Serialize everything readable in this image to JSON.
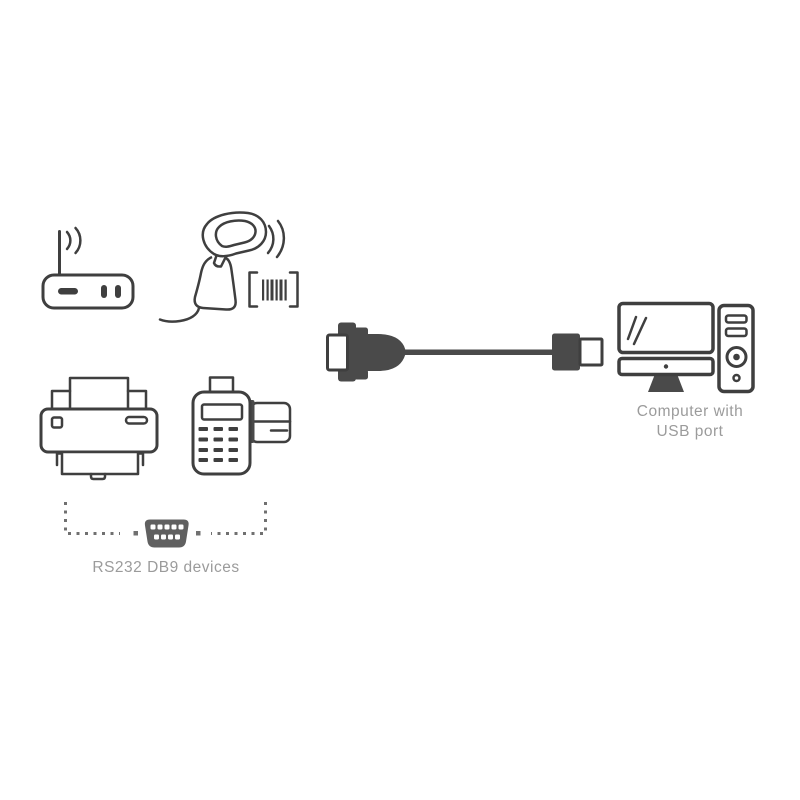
{
  "colors": {
    "background": "#ffffff",
    "line": "#3f3f3f",
    "fill_dark": "#4a4a4a",
    "db9_gray": "#606060",
    "dashed": "#707070",
    "label_text": "#9b9b9b"
  },
  "left_group": {
    "caption": "RS232 DB9 devices",
    "icons": [
      "wireless-router",
      "barcode-scanner",
      "printer",
      "pos-terminal",
      "db9-connector"
    ]
  },
  "cable": {
    "icon": "db9-to-usb-cable"
  },
  "computer": {
    "icon": "desktop-computer",
    "caption_line1": "Computer with",
    "caption_line2": "USB port"
  }
}
